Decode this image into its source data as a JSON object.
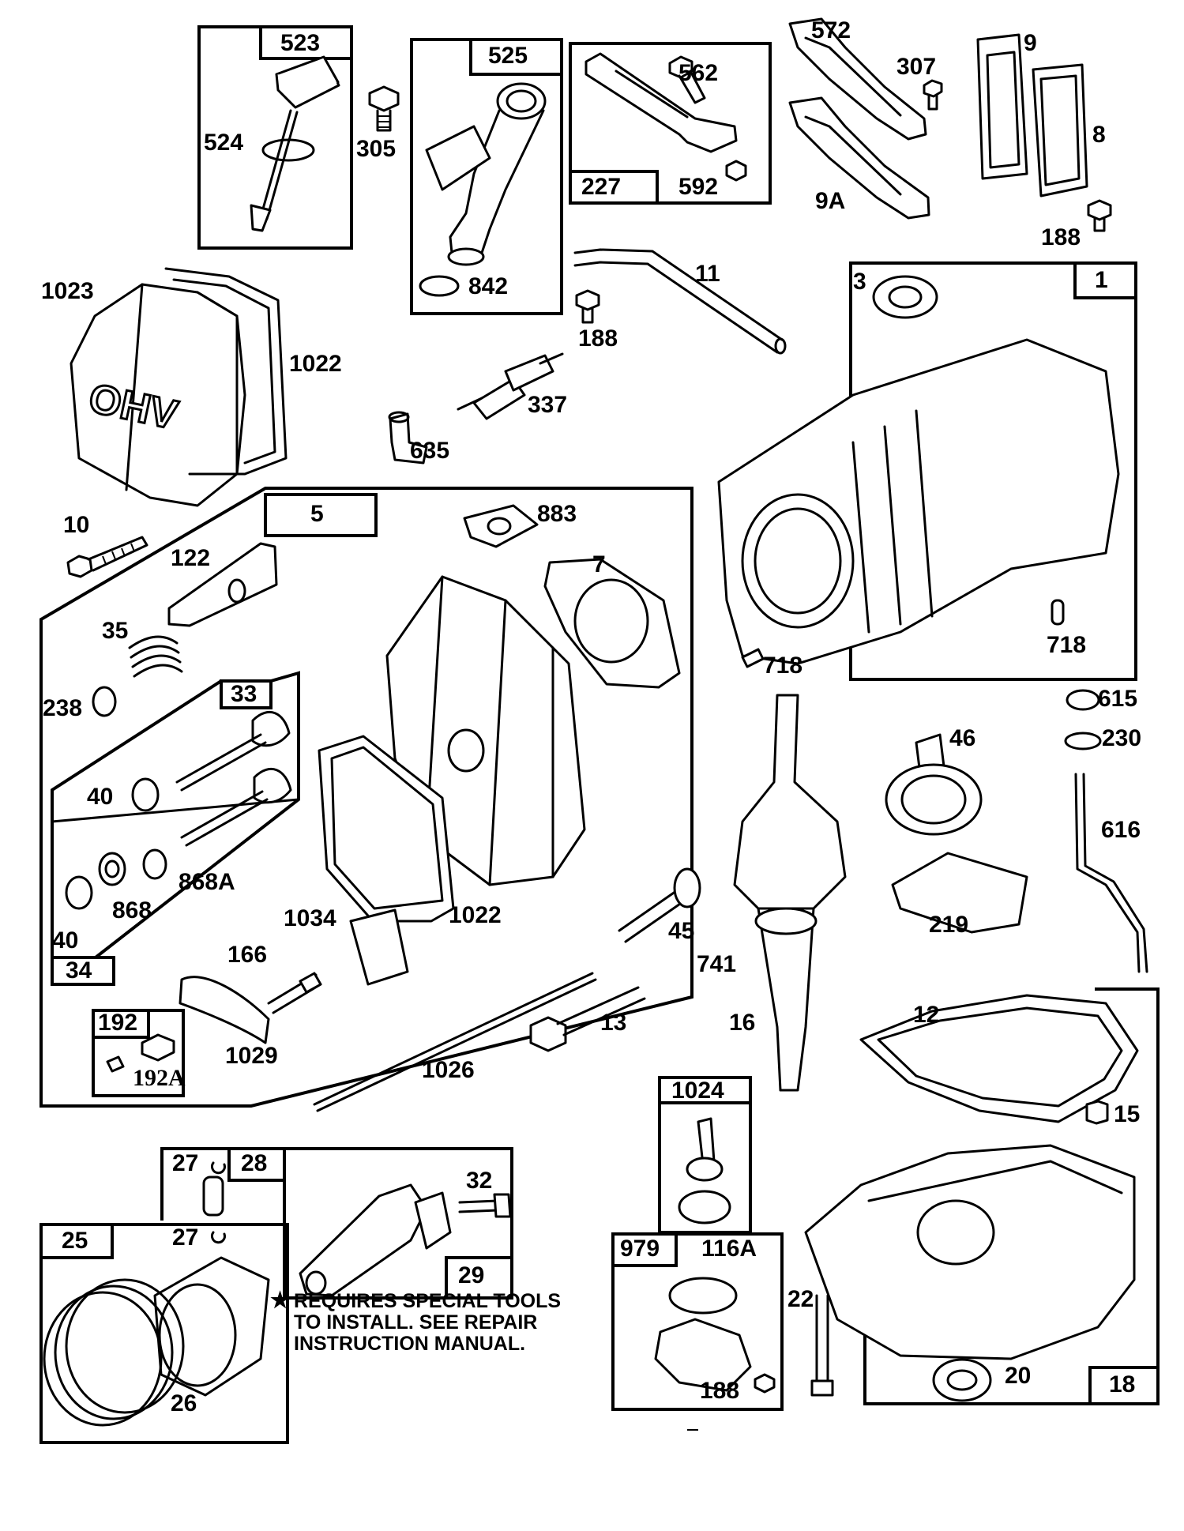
{
  "labels": {
    "p1": "1",
    "p3": "3",
    "p5": "5",
    "p7": "7",
    "p8": "8",
    "p9": "9",
    "p9A": "9A",
    "p10": "10",
    "p11": "11",
    "p12": "12",
    "p13": "13",
    "p15": "15",
    "p16": "16",
    "p18": "18",
    "p20": "20",
    "p22": "22",
    "p25": "25",
    "p26": "26",
    "p27": "27",
    "p28": "28",
    "p29": "29",
    "p32": "32",
    "p33": "33",
    "p34": "34",
    "p35": "35",
    "p40": "40",
    "p45": "45",
    "p46": "46",
    "p116A": "116A",
    "p122": "122",
    "p166": "166",
    "p188": "188",
    "p192": "192",
    "p192A": "192A",
    "p219": "219",
    "p227": "227",
    "p230": "230",
    "p238": "238",
    "p305": "305",
    "p307": "307",
    "p337": "337",
    "p523": "523",
    "p524": "524",
    "p525": "525",
    "p562": "562",
    "p572": "572",
    "p592": "592",
    "p615": "615",
    "p616": "616",
    "p635": "635",
    "p718": "718",
    "p741": "741",
    "p842": "842",
    "p868": "868",
    "p868A": "868A",
    "p883": "883",
    "p979": "979",
    "p1022": "1022",
    "p1023": "1023",
    "p1024": "1024",
    "p1026": "1026",
    "p1029": "1029",
    "p1034": "1034"
  },
  "note": {
    "symbol": "★",
    "line1": "REQUIRES SPECIAL TOOLS",
    "line2": "TO INSTALL.  SEE REPAIR",
    "line3": "INSTRUCTION MANUAL."
  },
  "icons": {
    "note_marker": "star-icon"
  },
  "colors": {
    "ink": "#000000",
    "paper": "#ffffff"
  }
}
